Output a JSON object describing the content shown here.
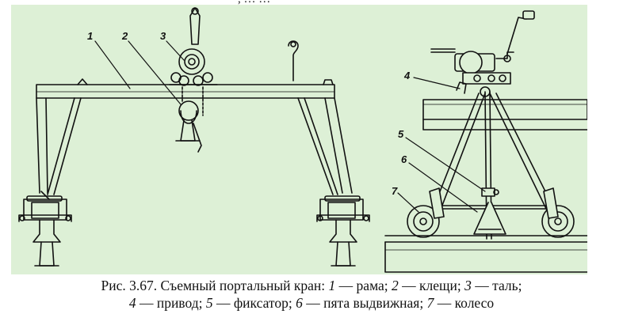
{
  "header_fragment": ", … … ",
  "figure": {
    "left_callouts": [
      "1",
      "2",
      "3"
    ],
    "right_callouts": [
      "4",
      "5",
      "6",
      "7"
    ]
  },
  "caption": {
    "prefix": "Рис. 3.67. Съемный портальный кран: ",
    "items": [
      {
        "num": "1",
        "text": " — рама; "
      },
      {
        "num": "2",
        "text": " — клещи; "
      },
      {
        "num": "3",
        "text": " — таль;"
      },
      {
        "num": "4",
        "text": " — привод; "
      },
      {
        "num": "5",
        "text": " — фиксатор; "
      },
      {
        "num": "6",
        "text": " — пята выдвижная; "
      },
      {
        "num": "7",
        "text": " — колесо"
      }
    ]
  },
  "colors": {
    "figure_background": "#ddf0d6",
    "line": "#111111"
  }
}
